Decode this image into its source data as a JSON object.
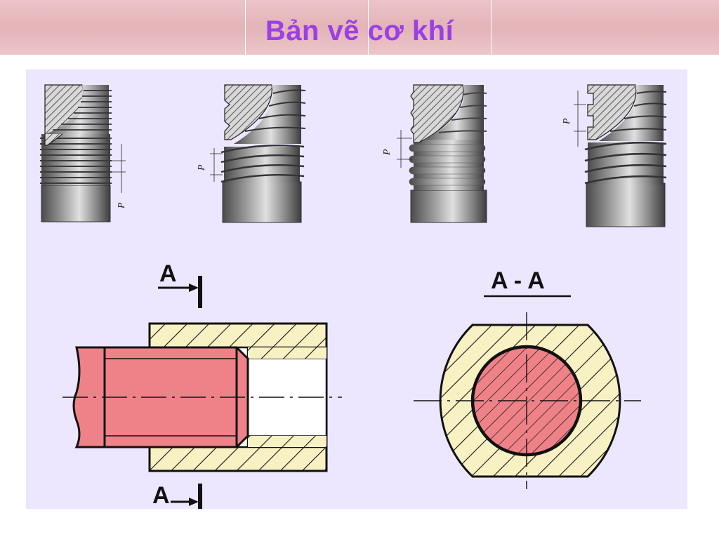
{
  "header": {
    "title": "Bản vẽ cơ khí"
  },
  "drawing": {
    "pitch_label": "P",
    "section_mark_top": "A",
    "section_mark_bottom": "A",
    "section_view_title": "A - A"
  },
  "colors": {
    "title": "#9b3fe6",
    "panel_background": "#ece6ff",
    "shaft_fill": "#ee8288",
    "hub_fill": "#f8f1c4",
    "outline": "#111111"
  }
}
